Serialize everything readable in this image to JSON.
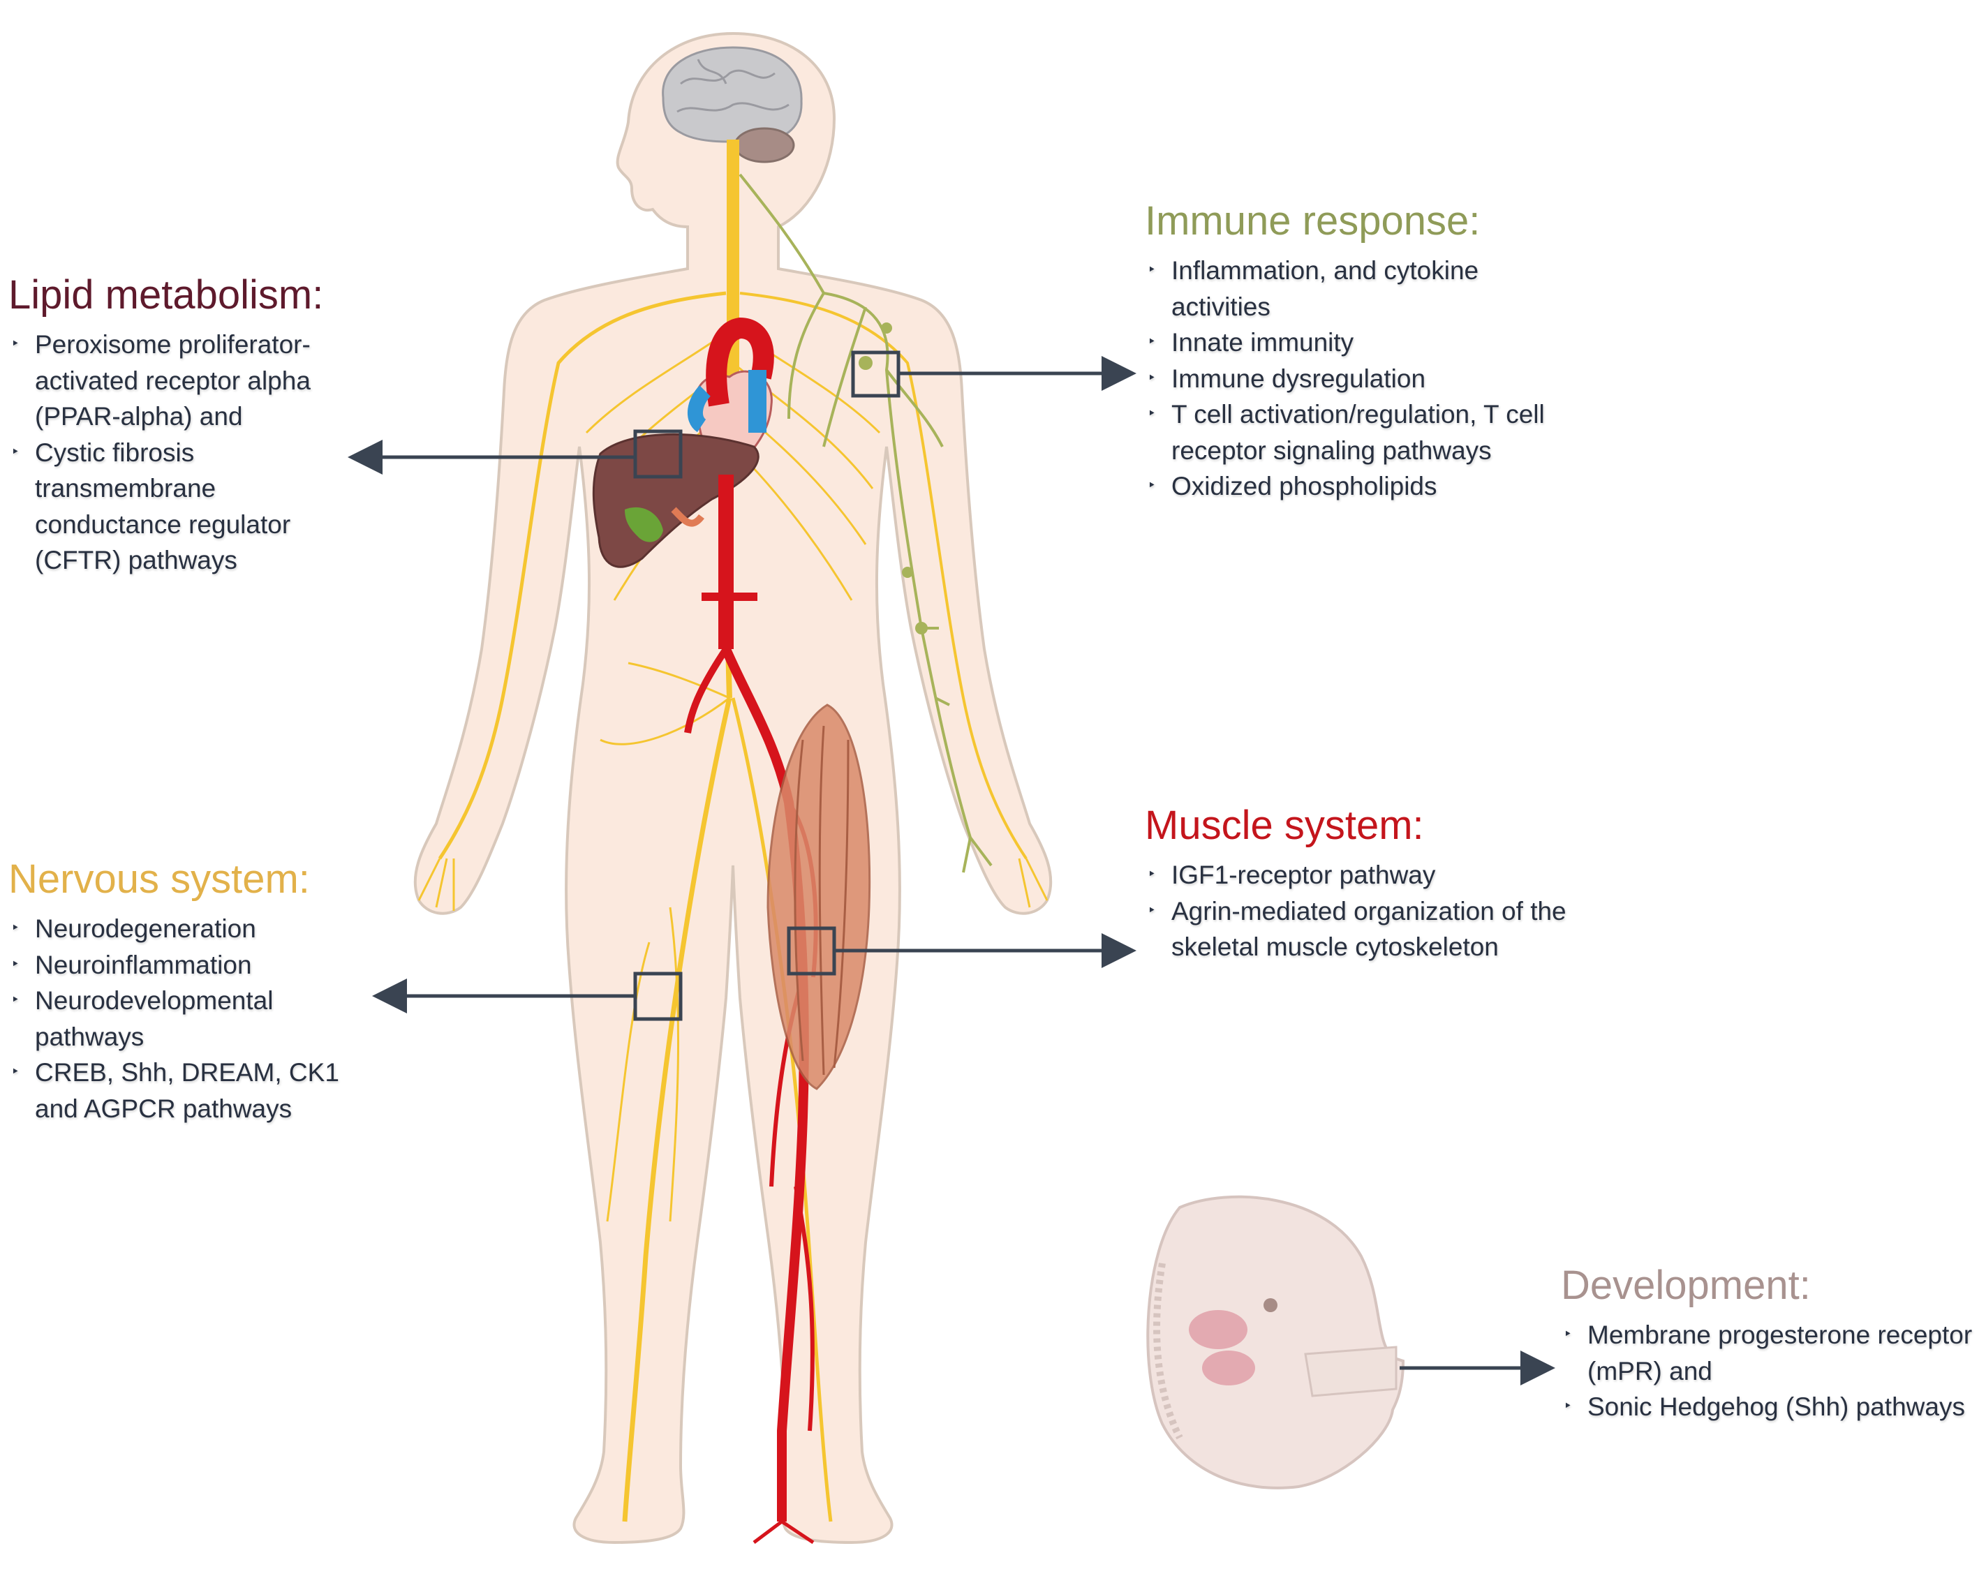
{
  "panels": {
    "lipid": {
      "title": "Lipid metabolism:",
      "color": "#5e1a2c",
      "items": [
        "Peroxisome proliferator-activated receptor alpha (PPAR-alpha) and",
        "Cystic fibrosis transmembrane conductance regulator (CFTR) pathways"
      ]
    },
    "immune": {
      "title": "Immune response:",
      "color": "#8f9b58",
      "items": [
        "Inflammation, and cytokine activities",
        " Innate immunity",
        " Immune dysregulation",
        "T cell activation/regulation, T cell receptor signaling pathways",
        "Oxidized phospholipids"
      ]
    },
    "nervous": {
      "title": "Nervous system:",
      "color": "#e2b14a",
      "items": [
        "Neurodegeneration",
        "Neuroinflammation",
        "Neurodevelopmental pathways",
        "CREB, Shh, DREAM, CK1 and AGPCR pathways"
      ]
    },
    "muscle": {
      "title": "Muscle system:",
      "color": "#c4151c",
      "items": [
        "IGF1-receptor pathway",
        "Agrin-mediated organization of the skeletal muscle cytoskeleton"
      ]
    },
    "development": {
      "title": "Development:",
      "color": "#a8928f",
      "items": [
        "Membrane progesterone receptor (mPR) and",
        "Sonic Hedgehog (Shh) pathways"
      ]
    }
  },
  "bullet_glyph": "‣",
  "colors": {
    "skin": "#fbe9de",
    "skin_outline": "#d8c8bb",
    "nerve": "#f5c530",
    "artery": "#d6141c",
    "vein": "#2f95d6",
    "lymph": "#a7b35a",
    "liver": "#7d4845",
    "gallbladder": "#6aa437",
    "muscle": "#d98a6a",
    "brain": "#c9c9cc",
    "cerebellum": "#a78c86",
    "arrow": "#3a4452",
    "embryo": "#f2e3df"
  }
}
